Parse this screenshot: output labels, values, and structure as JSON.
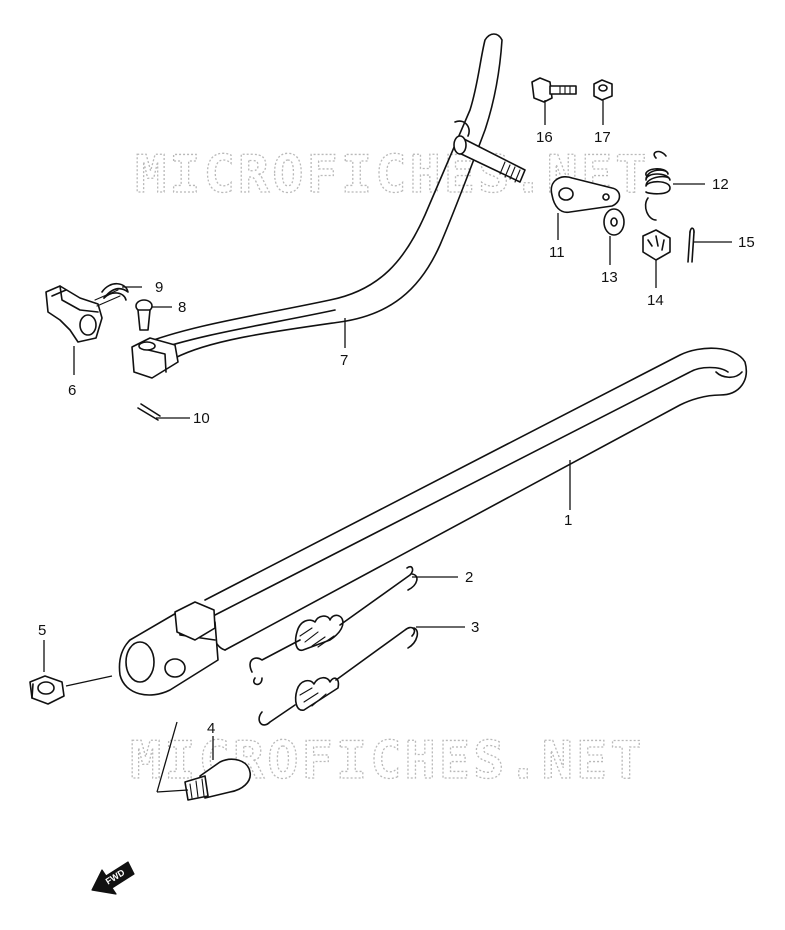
{
  "watermark": {
    "top": "MICROFICHES.NET",
    "bottom": "MICROFICHES.NET"
  },
  "direction_badge": {
    "label": "FWD"
  },
  "callouts": [
    "1",
    "2",
    "3",
    "4",
    "5",
    "6",
    "7",
    "8",
    "9",
    "10",
    "11",
    "12",
    "13",
    "14",
    "15",
    "16",
    "17"
  ]
}
